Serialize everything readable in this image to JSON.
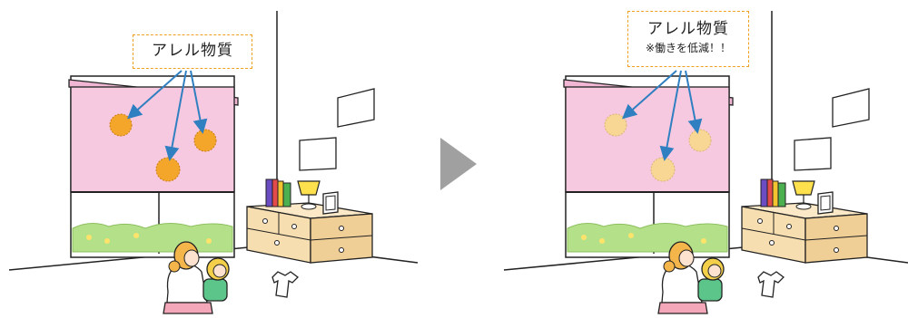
{
  "left_panel": {
    "label": "アレル物質"
  },
  "right_panel": {
    "label": "アレル物質",
    "sublabel": "※働きを低減！！"
  },
  "colors": {
    "screen_pink": "#f7c9e0",
    "allergen_active": "#f4a62a",
    "allergen_reduced": "#f8d694",
    "arrow_blue": "#2f7fc1",
    "label_border": "#f0a020",
    "wood": "#f6deb0",
    "grass": "#b5e08a",
    "transition_arrow": "#a0a0a0"
  },
  "icons": [
    "allergen-particle-icon",
    "desk-lamp-icon",
    "photo-frame-icon",
    "books-icon",
    "shirt-icon"
  ]
}
